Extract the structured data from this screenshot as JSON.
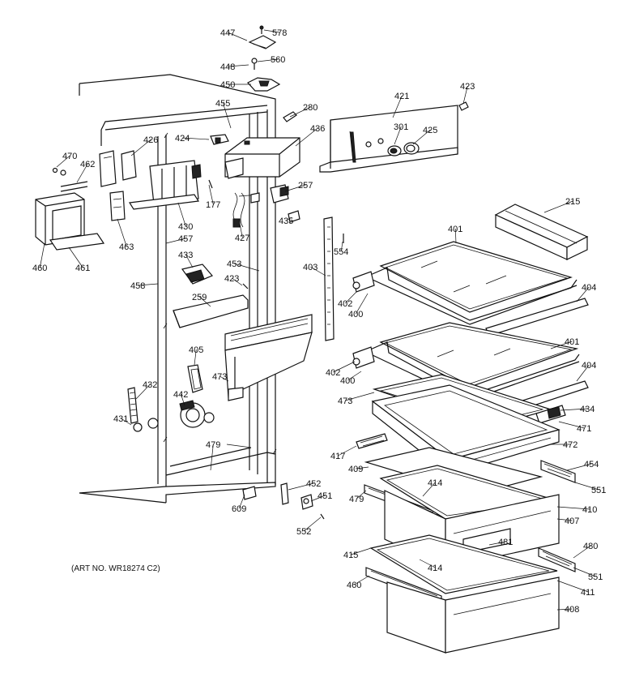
{
  "caption": "(ART NO. WR18274 C2)",
  "callouts": [
    "447",
    "578",
    "448",
    "560",
    "450",
    "455",
    "280",
    "421",
    "423",
    "424",
    "426",
    "436",
    "301",
    "425",
    "470",
    "462",
    "430",
    "177",
    "257",
    "427",
    "435",
    "215",
    "401",
    "463",
    "457",
    "554",
    "460",
    "461",
    "433",
    "453",
    "423",
    "403",
    "402",
    "400",
    "404",
    "458",
    "259",
    "401",
    "402",
    "400",
    "404",
    "473",
    "434",
    "405",
    "473",
    "471",
    "432",
    "442",
    "431",
    "417",
    "472",
    "409",
    "479",
    "454",
    "479",
    "551",
    "414",
    "452",
    "451",
    "609",
    "410",
    "407",
    "552",
    "481",
    "415",
    "480",
    "414",
    "460",
    "551",
    "411",
    "408"
  ]
}
